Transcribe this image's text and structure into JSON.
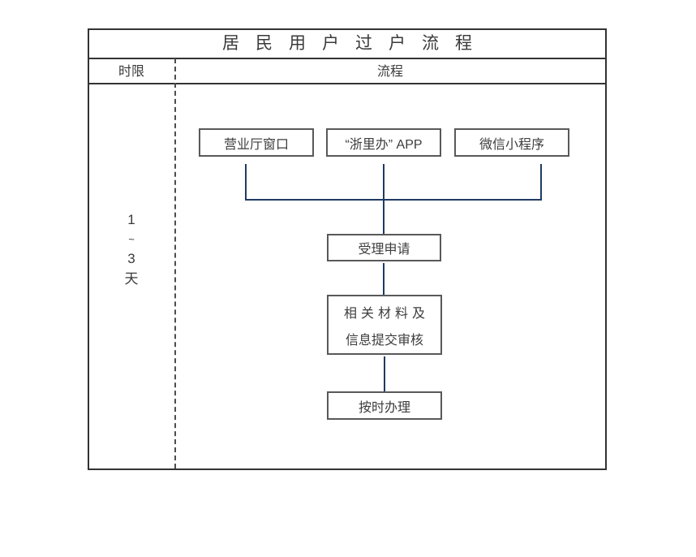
{
  "title": "居民用户过户流程",
  "header": {
    "time_col": "时限",
    "flow_col": "流程"
  },
  "duration": {
    "lines": [
      "1",
      "~",
      "3",
      "天"
    ]
  },
  "channels": [
    "营业厅窗口",
    "“浙里办” APP",
    "微信小程序"
  ],
  "steps": {
    "accept": "受理申请",
    "review_line1": "相关材料及",
    "review_line2": "信息提交审核",
    "handle": "按时办理"
  },
  "colors": {
    "table_border": "#333333",
    "box_border": "#595959",
    "connector": "#1f3a64",
    "text": "#3d3d3d",
    "background": "#ffffff"
  }
}
